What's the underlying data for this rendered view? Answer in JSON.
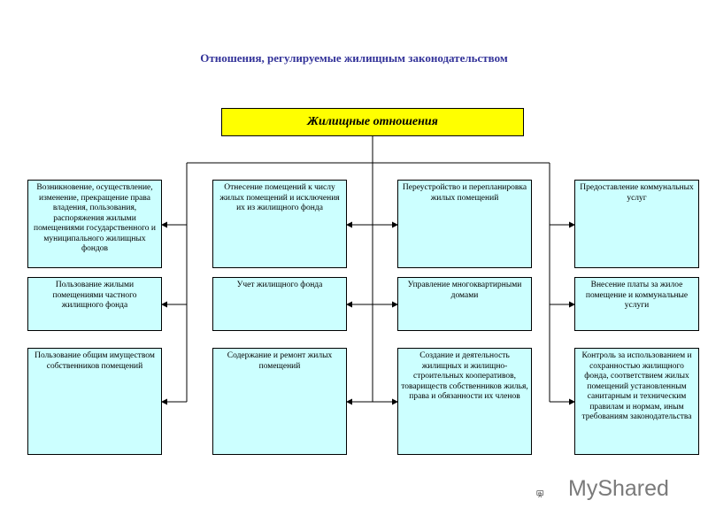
{
  "title": "Отношения, регулируемые жилищным законодательством",
  "root": {
    "label": "Жилищные отношения",
    "color": "#ffff00"
  },
  "node_color": "#ccffff",
  "title_color": "#333399",
  "columns": [
    {
      "items": [
        "Возникновение, осуществление, изменение, прекращение права владения, пользования, распоряжения жилыми помещениями государственного и муниципального жилищных фондов",
        "Пользование жилыми помещениями частного жилищного фонда",
        "Пользование общим имуществом собственников помещений"
      ]
    },
    {
      "items": [
        "Отнесение помещений к числу жилых помещений и исключения их из жилищного фонда",
        "Учет жилищного фонда",
        "Содержание и ремонт жилых помещений"
      ]
    },
    {
      "items": [
        "Переустройство и перепланировка жилых помещений",
        "Управление многоквартирными домами",
        "Создание и деятельность жилищных и жилищно-строительных кооперативов, товариществ собственников жилья, права и обязанности их членов"
      ]
    },
    {
      "items": [
        "Предоставление коммунальных услуг",
        "Внесение платы за жилое помещение и коммунальные услуги",
        "Контроль за использованием и сохранностью жилищного фонда, соответствием жилых помещений установленным санитарным и техническим правилам и нормам, иным требованиям законодательства"
      ]
    }
  ],
  "watermark": {
    "text": "MyShared",
    "icon": "presentation-board-icon"
  }
}
